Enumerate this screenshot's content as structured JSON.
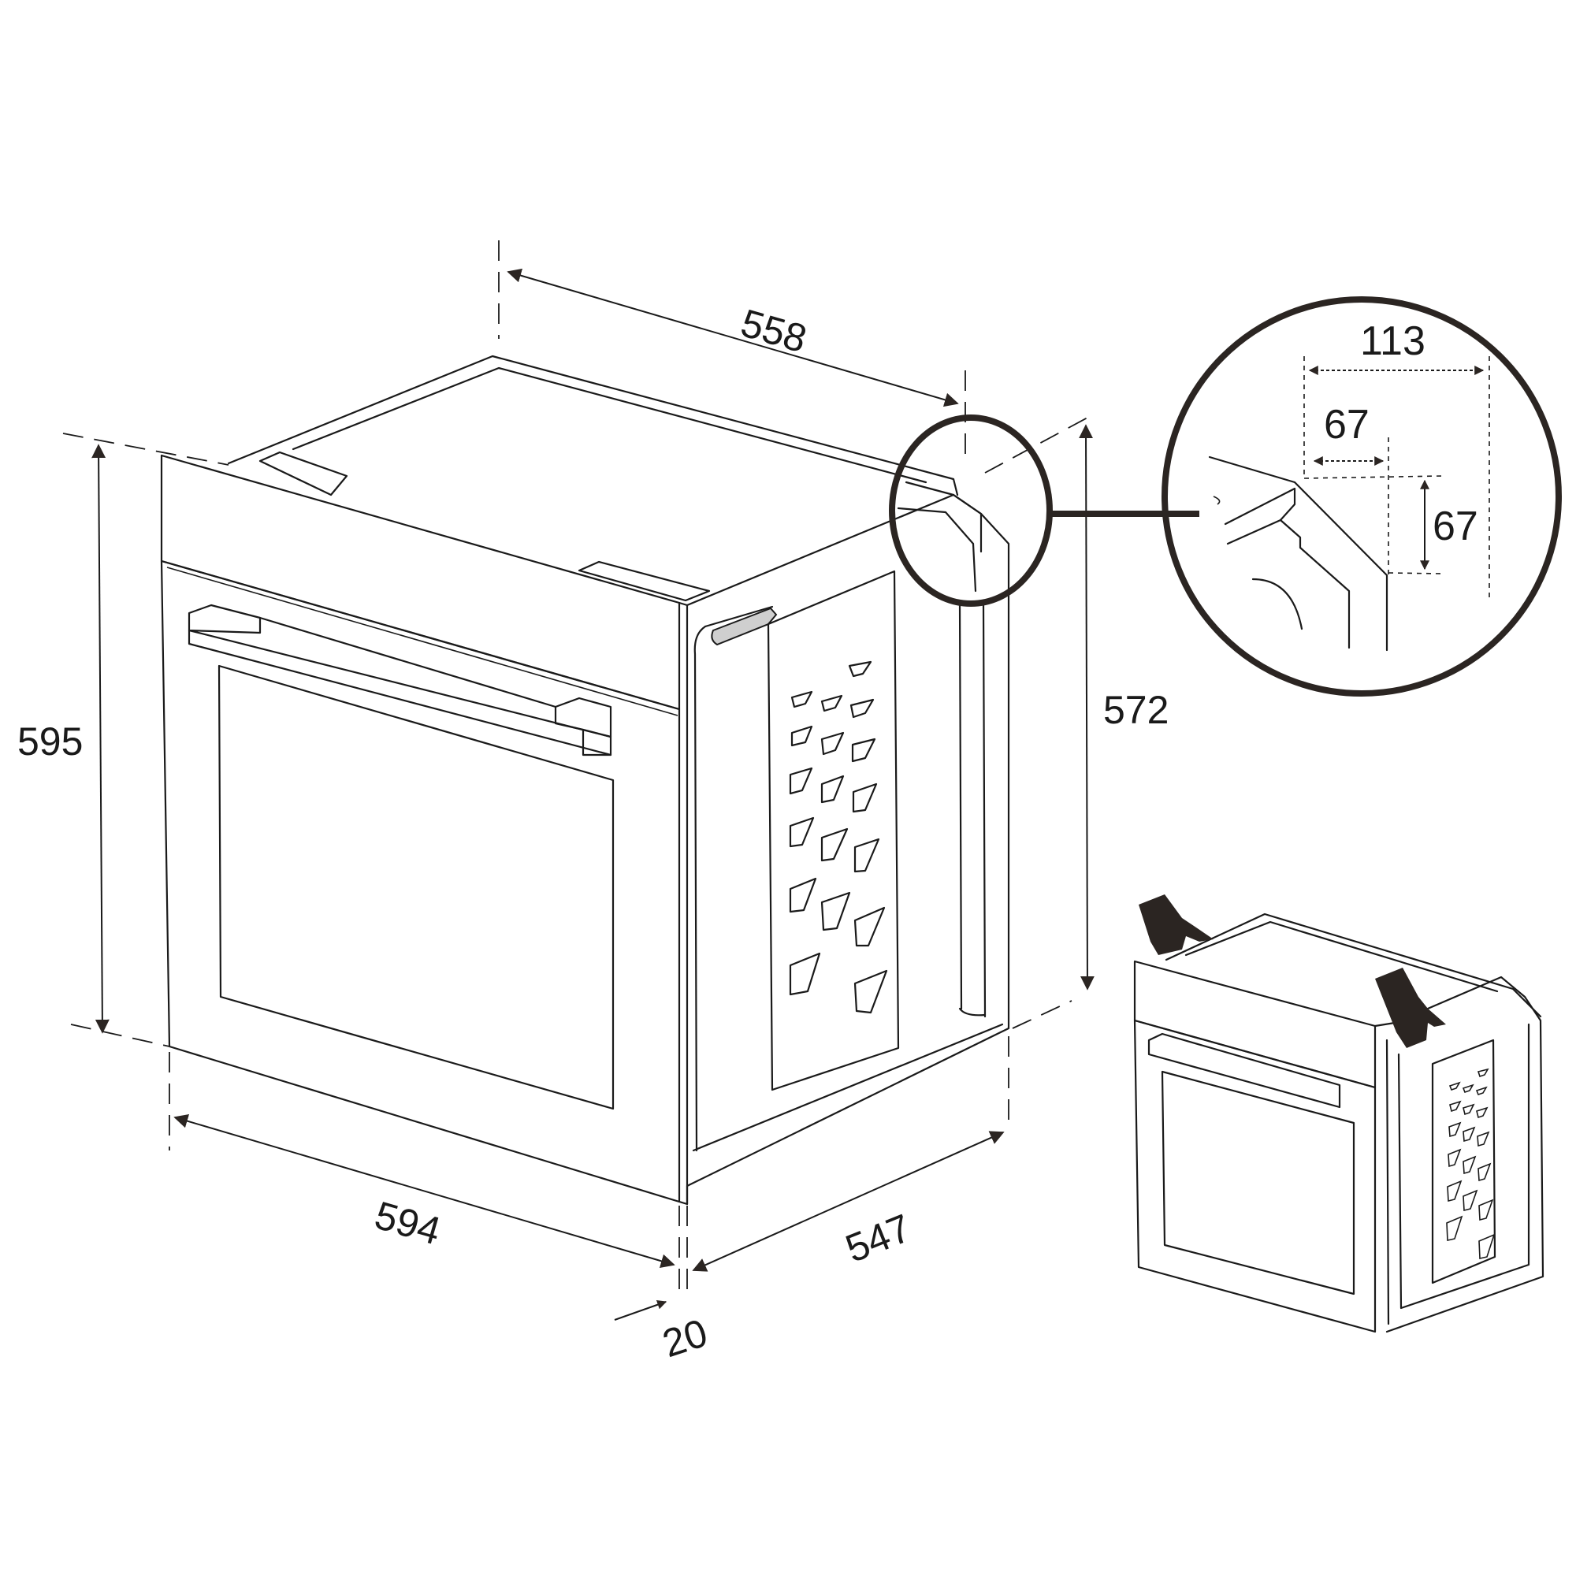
{
  "diagram": {
    "subject": "Built-in oven installation dimensions",
    "units": "mm",
    "dimensions": {
      "top_depth": "558",
      "overall_height": "595",
      "body_height": "572",
      "front_width": "594",
      "body_depth": "547",
      "front_panel_thickness": "20"
    },
    "detail_callout": {
      "width_total": "113",
      "width_inner": "67",
      "height_inner": "67"
    },
    "side_vent_grid": {
      "rows": [
        1,
        3,
        3,
        3,
        3,
        3,
        2
      ]
    },
    "colors": {
      "line": "#1a1a1a",
      "callout_ring": "#2b2522",
      "background": "#ffffff"
    }
  }
}
